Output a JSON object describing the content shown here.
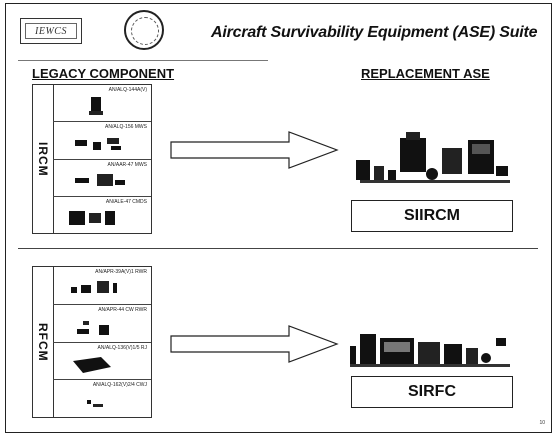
{
  "logo": {
    "text": "IEWCS"
  },
  "title": "Aircraft Survivability Equipment (ASE) Suite",
  "headers": {
    "legacy": "LEGACY COMPONENT",
    "replacement": "REPLACEMENT ASE"
  },
  "groups": [
    {
      "label": "IRCM",
      "items": [
        "AN/ALQ-144A(V)",
        "AN/ALQ-156 MWS",
        "AN/AAR-47 MWS",
        "AN/ALE-47 CMDS"
      ],
      "replacement": "SIIRCM"
    },
    {
      "label": "RFCM",
      "items": [
        "AN/APR-39A(V)1 RWR",
        "AN/APR-44 CW RWR",
        "AN/ALQ-136(V)1/5 RJ",
        "AN/ALQ-162(V)2/4 CWJ"
      ],
      "replacement": "SIRFC"
    }
  ],
  "page_number": "10"
}
